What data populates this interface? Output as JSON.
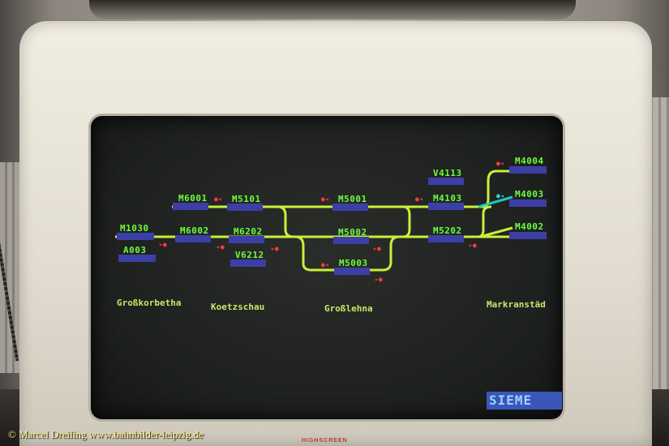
{
  "display": {
    "blocks_top": [
      {
        "id": "M6001",
        "label": "M6001"
      },
      {
        "id": "M5101",
        "label": "M5101"
      },
      {
        "id": "M5001",
        "label": "M5001"
      },
      {
        "id": "V4113",
        "label": "V4113"
      },
      {
        "id": "M4103",
        "label": "M4103"
      },
      {
        "id": "M4004",
        "label": "M4004"
      },
      {
        "id": "M4003",
        "label": "M4003"
      }
    ],
    "blocks_bottom": [
      {
        "id": "M1030",
        "label": "M1030"
      },
      {
        "id": "A003",
        "label": "A003"
      },
      {
        "id": "M6002",
        "label": "M6002"
      },
      {
        "id": "M6202",
        "label": "M6202"
      },
      {
        "id": "V6212",
        "label": "V6212"
      },
      {
        "id": "M5002",
        "label": "M5002"
      },
      {
        "id": "M5003",
        "label": "M5003"
      },
      {
        "id": "M5202",
        "label": "M5202"
      },
      {
        "id": "M4002",
        "label": "M4002"
      }
    ],
    "stations": {
      "grosskorbetha": "Großkorbetha",
      "koetzschau": "Koetzschau",
      "grosslehna": "Großlehna",
      "markranstaedt": "Markranstäd"
    },
    "vendor_badge": "SIEME",
    "colors": {
      "track": "#c8f03a",
      "track_cyan": "#27c6c0",
      "label": "#6bff3e",
      "block": "#3c3fa6",
      "signal": "#ff3b3b"
    }
  },
  "monitor_brand": "HIGHSCREEN",
  "photo_credit": "© Marcel Dreiling    www.bahnbilder-leipzig.de"
}
